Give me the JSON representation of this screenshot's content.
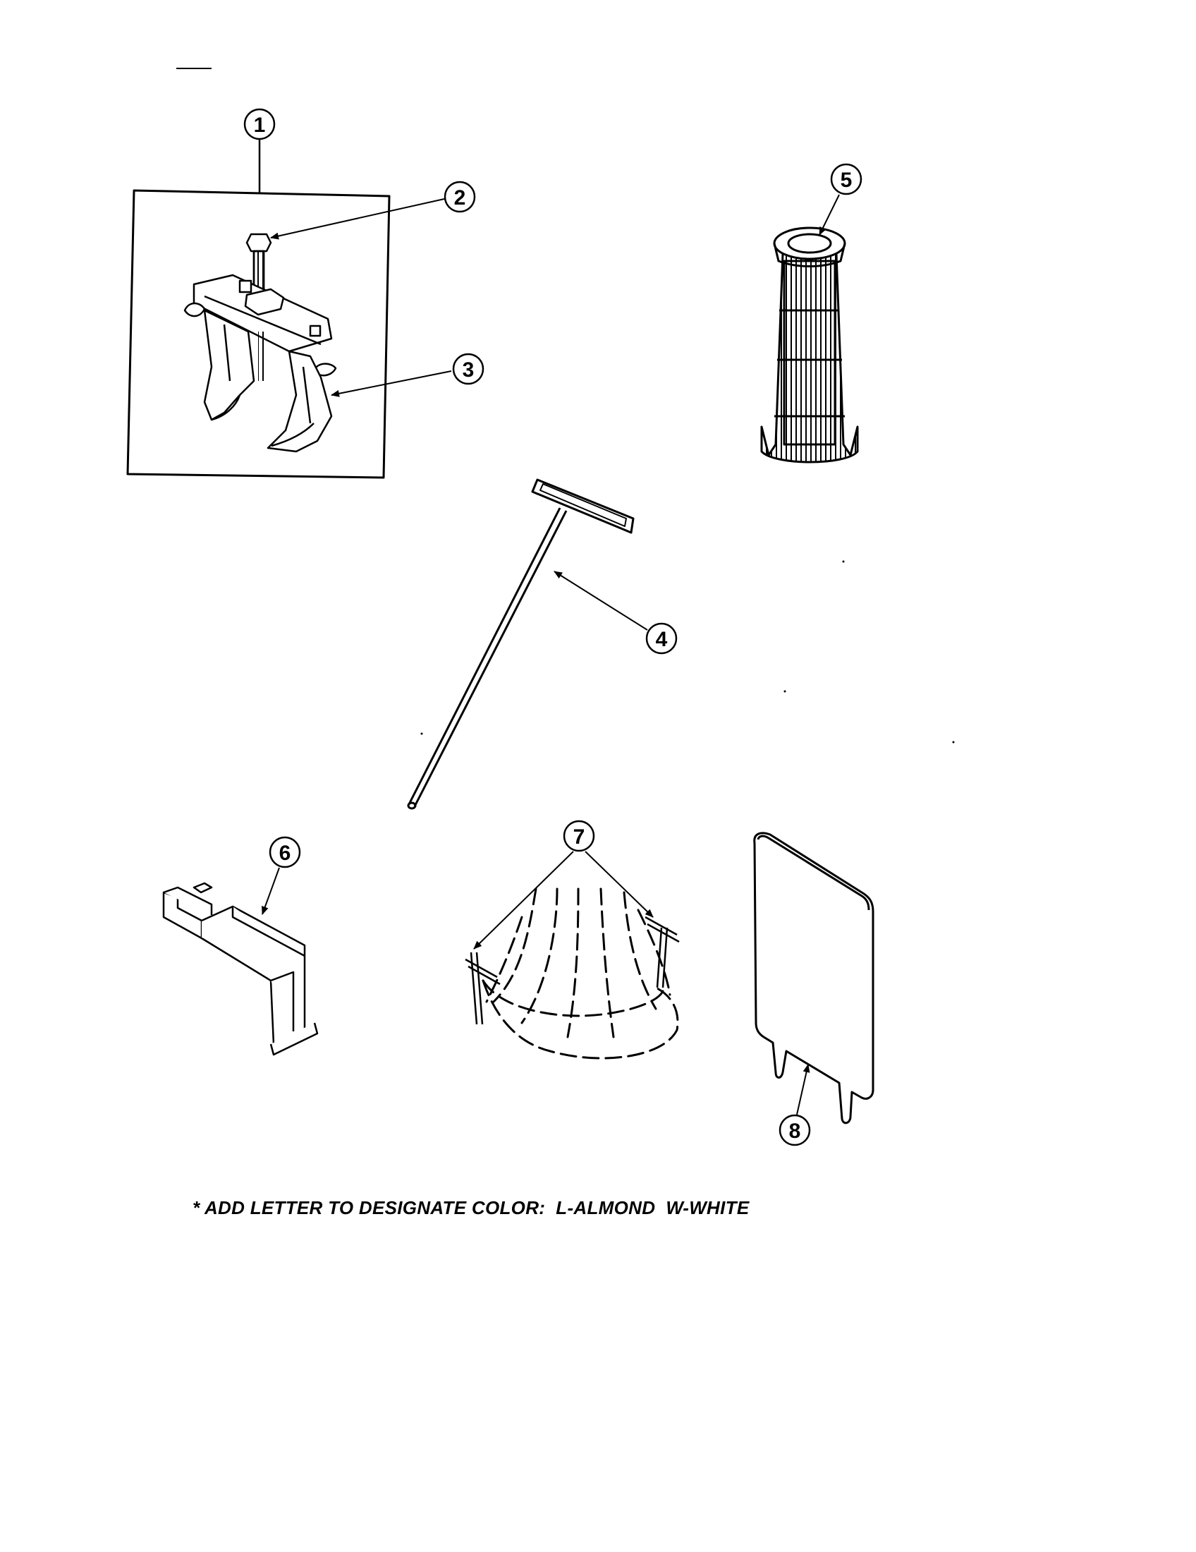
{
  "diagram": {
    "callouts": [
      "1",
      "2",
      "3",
      "4",
      "5",
      "6",
      "7",
      "8"
    ],
    "footnote": "* ADD LETTER TO DESIGNATE COLOR:  L-ALMOND  W-WHITE",
    "line_color": "#000000",
    "background_color": "#ffffff"
  }
}
